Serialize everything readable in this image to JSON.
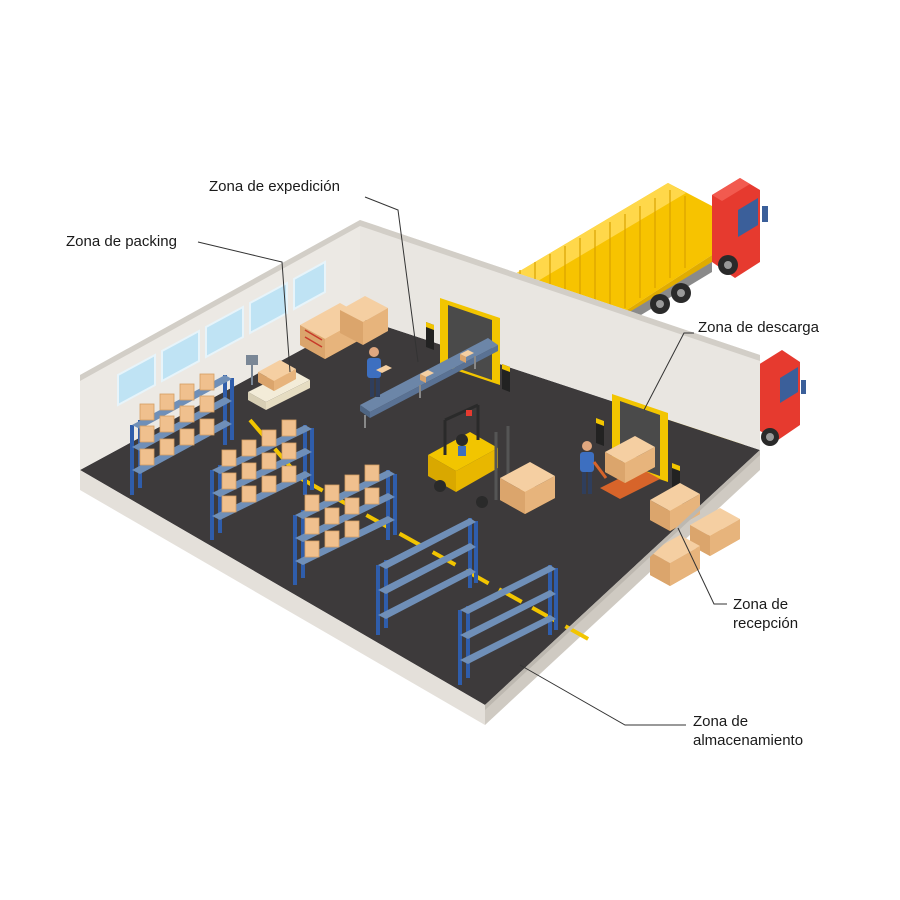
{
  "labels": {
    "expedicion": "Zona de expedición",
    "packing": "Zona de packing",
    "descarga": "Zona de descarga",
    "recepcion_line1": "Zona de",
    "recepcion_line2": "recepción",
    "almacenamiento_line1": "Zona de",
    "almacenamiento_line2": "almacenamiento"
  },
  "colors": {
    "floor": "#3d3a3b",
    "wall": "#e9e6e1",
    "wall_top": "#d2cec7",
    "lane": "#f2c500",
    "rack": "#2f5dab",
    "shelf": "#6f8fb8",
    "box": "#f0c08e",
    "pallet": "#e8a857",
    "truck_cab": "#e63a2f",
    "container": "#f7c300",
    "window": "#bfe3f4",
    "leader": "#333333"
  }
}
